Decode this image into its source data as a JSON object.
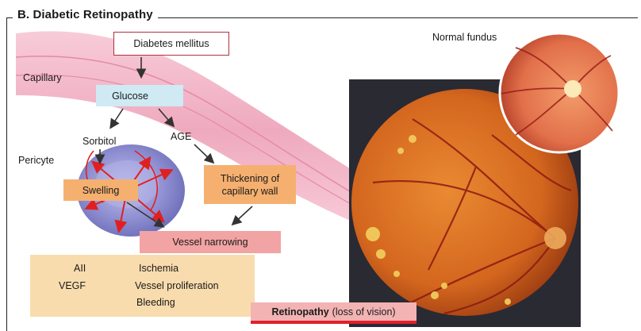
{
  "title": "B. Diabetic Retinopathy",
  "labels": {
    "capillary": "Capillary",
    "pericyte": "Pericyte",
    "normal_fundus": "Normal fundus",
    "sorbitol": "Sorbitol",
    "age": "AGE"
  },
  "boxes": {
    "diabetes_mellitus": "Diabetes mellitus",
    "glucose": "Glucose",
    "swelling": "Swelling",
    "thickening": "Thickening of capillary wall",
    "vessel_narrowing": "Vessel narrowing",
    "retinopathy_bold": "Retinopathy",
    "retinopathy_rest": "(loss of vision)"
  },
  "pathway": {
    "all": "AII",
    "ischemia": "Ischemia",
    "vegf": "VEGF",
    "vessel_proliferation": "Vessel proliferation",
    "bleeding": "Bleeding"
  },
  "colors": {
    "vessel_pink": "#f2b6c6",
    "pericyte_blue": "#8e8ed0",
    "arrow_red": "#e02020",
    "fundus_orange": "#d8742a",
    "dark_bg": "#2a2a32"
  }
}
